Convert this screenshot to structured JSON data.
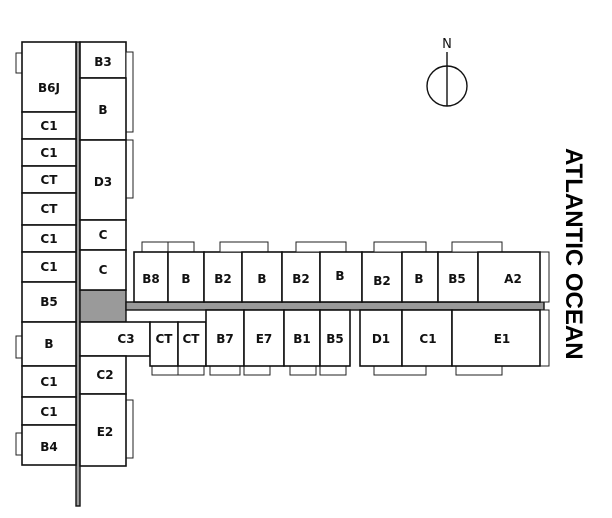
{
  "title": "",
  "ocean_label": "ATLANTIC OCEAN",
  "north_label": "N",
  "units": {
    "B6J": "B6J",
    "B3": "B3",
    "B_top": "B",
    "C1_1": "C1",
    "C1_2": "C1",
    "CT_1": "CT",
    "CT_2": "CT",
    "C1_3": "C1",
    "C1_4": "C1",
    "D3": "D3",
    "C_1": "C",
    "C_2": "C",
    "B5_w": "B5",
    "B_w": "B",
    "C1_5": "C1",
    "C1_6": "C1",
    "B4": "B4",
    "C3": "C3",
    "C2": "C2",
    "E2": "E2",
    "B8": "B8",
    "B_e1": "B",
    "B2_1": "B2",
    "B_e2": "B",
    "B2_2": "B2",
    "B_e3": "B",
    "B2_3": "B2",
    "B_e4": "B",
    "B5_e": "B5",
    "A2": "A2",
    "CT_3": "CT",
    "CT_4": "CT",
    "B7": "B7",
    "E7": "E7",
    "B1": "B1",
    "B5_s": "B5",
    "D1": "D1",
    "C1_7": "C1",
    "E1": "E1"
  }
}
